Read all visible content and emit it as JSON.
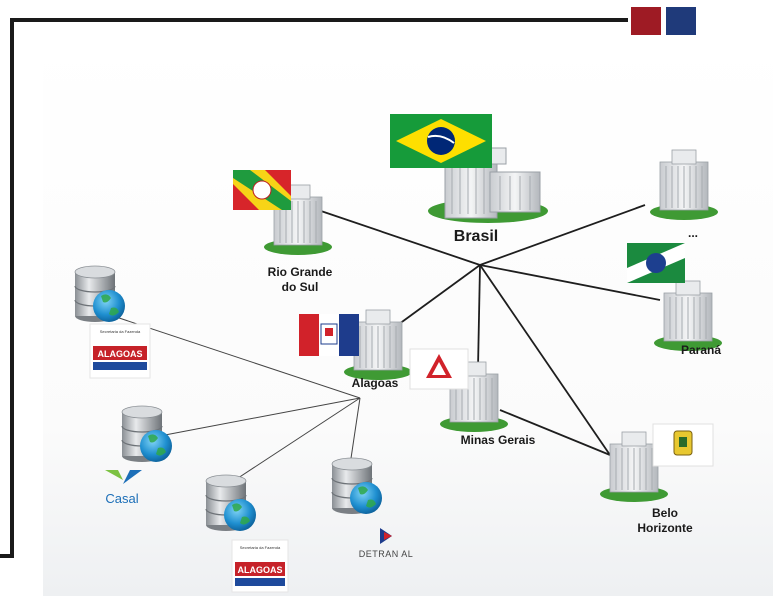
{
  "nodes": {
    "brasil": {
      "label": "Brasil"
    },
    "rio_grande_do_sul": {
      "label": "Rio Grande\ndo Sul"
    },
    "alagoas": {
      "label": "Alagoas"
    },
    "minas_gerais": {
      "label": "Minas Gerais"
    },
    "parana": {
      "label": "Paraná"
    },
    "belo_horizonte": {
      "label": "Belo\nHorizonte"
    },
    "other_state": {
      "label": "..."
    }
  },
  "databases": {
    "sefaz_top": {
      "logo_text": "ALAGOAS",
      "logo_subtitle": "Secretaria da Fazenda"
    },
    "casal": {
      "logo_text": "Casal"
    },
    "sefaz_bottom": {
      "logo_text": "ALAGOAS",
      "logo_subtitle": "Secretaria da Fazenda"
    },
    "detran": {
      "logo_text": "DETRAN AL"
    }
  },
  "colors": {
    "accent_red": "#9e1b24",
    "accent_blue": "#1f3a7a",
    "grass": "#3f9a34"
  }
}
